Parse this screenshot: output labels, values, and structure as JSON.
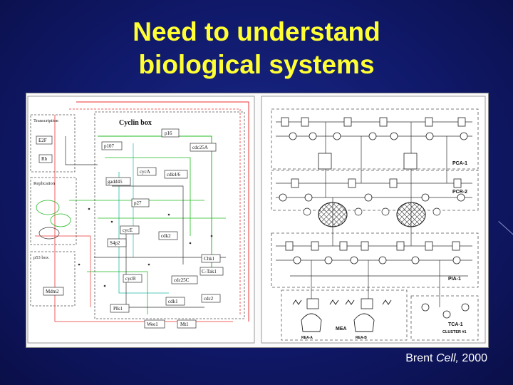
{
  "slide": {
    "title_line1": "Need to understand",
    "title_line2": "biological systems",
    "title_color": "#ffff33",
    "background_color": "#10196a"
  },
  "citation": {
    "author": "Brent",
    "journal": "Cell,",
    "year": "2000"
  },
  "left_diagram": {
    "boxes": {
      "transcription": "Transcription",
      "cyclin_box": "Cyclin box",
      "replication": "Replication",
      "p53_box": "p53 box"
    },
    "nodes": {
      "p16": "p16",
      "cdc25a": "cdc25A",
      "p107": "p107",
      "cyca": "cycA",
      "cdk46": "cdk4/6",
      "gadd45": "gadd45",
      "p27": "p27",
      "cyce": "cycE",
      "cdk2": "cdk2",
      "s4p2": "S4p2",
      "chk1": "Chk1",
      "chk2": "C-Tak1",
      "cdc25c": "cdc25C",
      "cycb": "cycB",
      "cdk1": "cdk1",
      "plk1": "Plk1",
      "wee1": "Wee1",
      "mdm2": "Mdm2",
      "mt": "Mt1",
      "cdc2": "cdc2",
      "e2f": "E2F",
      "rb": "Rb"
    }
  },
  "right_diagram": {
    "clusters": {
      "pca1": "PCA-1",
      "pcr2": "PCR-2",
      "pia1": "PIA-1",
      "tca1": "TCA-1",
      "cluster": "CLUSTER #1",
      "mea": "MEA",
      "rea_a": "REA-A",
      "rea_b": "REA-B"
    }
  }
}
